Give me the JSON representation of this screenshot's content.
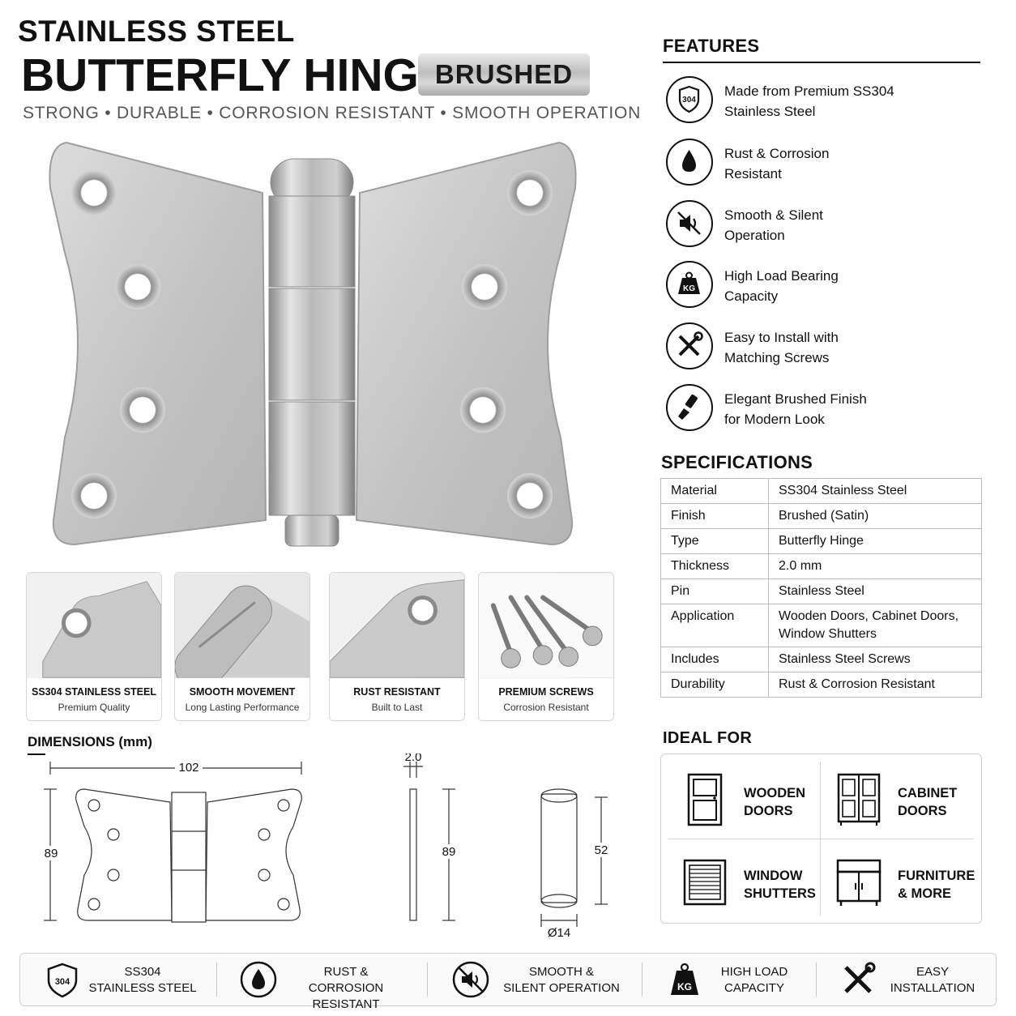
{
  "header": {
    "title_line1": "STAINLESS STEEL",
    "title_line2": "BUTTERFLY HINGE",
    "finish_badge": "BRUSHED",
    "tagline": "STRONG • DURABLE • CORROSION RESISTANT • SMOOTH OPERATION"
  },
  "thumbnails": [
    {
      "title": "SS304 STAINLESS STEEL",
      "subtitle": "Premium Quality"
    },
    {
      "title": "SMOOTH MOVEMENT",
      "subtitle": "Long Lasting Performance"
    },
    {
      "title": "RUST RESISTANT",
      "subtitle": "Built to Last"
    },
    {
      "title": "PREMIUM SCREWS",
      "subtitle": "Corrosion Resistant"
    }
  ],
  "dimensions": {
    "title": "DIMENSIONS (mm)",
    "width": "102",
    "height": "89",
    "thickness": "2.0",
    "side_height": "89",
    "pin_length": "52",
    "pin_diameter": "Ø14"
  },
  "features": {
    "heading": "FEATURES",
    "items": [
      {
        "icon": "shield-304-icon",
        "badge": "304",
        "line1": "Made from Premium SS304",
        "line2": "Stainless Steel"
      },
      {
        "icon": "droplet-icon",
        "line1": "Rust & Corrosion",
        "line2": "Resistant"
      },
      {
        "icon": "mute-speaker-icon",
        "line1": "Smooth & Silent",
        "line2": "Operation"
      },
      {
        "icon": "weight-kg-icon",
        "badge": "KG",
        "line1": "High Load Bearing",
        "line2": "Capacity"
      },
      {
        "icon": "tools-icon",
        "line1": "Easy to Install with",
        "line2": "Matching Screws"
      },
      {
        "icon": "brush-icon",
        "line1": "Elegant Brushed Finish",
        "line2": "for Modern Look"
      }
    ]
  },
  "specifications": {
    "heading": "SPECIFICATIONS",
    "rows": [
      {
        "key": "Material",
        "value": "SS304 Stainless Steel"
      },
      {
        "key": "Finish",
        "value": "Brushed (Satin)"
      },
      {
        "key": "Type",
        "value": "Butterfly Hinge"
      },
      {
        "key": "Thickness",
        "value": "2.0 mm"
      },
      {
        "key": "Pin",
        "value": "Stainless Steel"
      },
      {
        "key": "Application",
        "value": "Wooden Doors, Cabinet Doors, Window Shutters"
      },
      {
        "key": "Includes",
        "value": "Stainless Steel Screws"
      },
      {
        "key": "Durability",
        "value": "Rust & Corrosion Resistant"
      }
    ]
  },
  "ideal_for": {
    "heading": "IDEAL FOR",
    "items": [
      {
        "icon": "door-icon",
        "line1": "WOODEN",
        "line2": "DOORS"
      },
      {
        "icon": "cabinet-icon",
        "line1": "CABINET",
        "line2": "DOORS"
      },
      {
        "icon": "window-shutter-icon",
        "line1": "WINDOW",
        "line2": "SHUTTERS"
      },
      {
        "icon": "furniture-icon",
        "line1": "FURNITURE",
        "line2": "& MORE"
      }
    ]
  },
  "bottom_bar": [
    {
      "icon": "shield-304-icon",
      "badge": "304",
      "line1": "SS304",
      "line2": "STAINLESS STEEL"
    },
    {
      "icon": "droplet-icon",
      "line1": "RUST & CORROSION",
      "line2": "RESISTANT"
    },
    {
      "icon": "mute-speaker-icon",
      "line1": "SMOOTH &",
      "line2": "SILENT OPERATION"
    },
    {
      "icon": "weight-kg-icon",
      "badge": "KG",
      "line1": "HIGH LOAD",
      "line2": "CAPACITY"
    },
    {
      "icon": "tools-icon",
      "line1": "EASY",
      "line2": "INSTALLATION"
    }
  ]
}
